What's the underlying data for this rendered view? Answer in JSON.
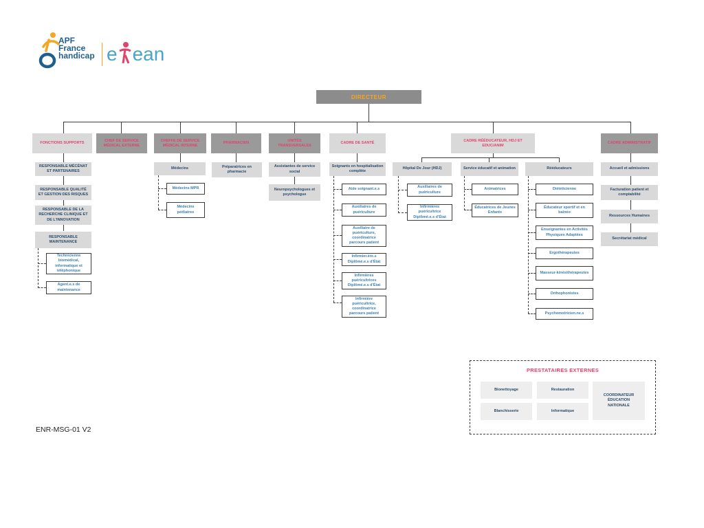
{
  "logo": {
    "apf_line1": "APF",
    "apf_line2": "France",
    "apf_line3": "handicap",
    "partner_prefix": "e",
    "partner_suffix": "ean",
    "brand_orange": "#f5a623",
    "brand_blue": "#1f5f8b",
    "partner_pink": "#e0436e",
    "partner_teal": "#4aa3c9"
  },
  "director": "DIRECTEUR",
  "columns": {
    "fonctions": "FONCTIONS SUPPORTS",
    "chef_ext": "CHEF DE SERVICE MÉDICAL EXTERNE",
    "cheffe_int": "CHEFFE DE SERVICE MÉDICAL INTERNE",
    "pharmacien": "PHARMACIEN",
    "unites": "UNITÉS TRANSVERSALES",
    "cadre_sante": "CADRE DE SANTÉ",
    "cadre_reeduc": "CADRE RÉÉDUCATEUR, HDJ ET EDUC/ANIM",
    "cadre_admin": "CADRE ADMINISTRATIF"
  },
  "fonctions_items": [
    "RESPONSABLE MÉCÉNAT ET PARTENAIRES",
    "RESPONSABLE QUALITÉ ET GESTION DES RISQUES",
    "RESPONSABLE DE LA RECHERCHE CLINIQUE ET DE L'INNOVATION",
    "RESPONSABLE MAINTENANCE"
  ],
  "maintenance_items": [
    "Technicienne biomédical, informatique et téléphonique",
    "Agent.e.s de maintenance"
  ],
  "medecins": "Médecins",
  "medecins_items": [
    "Médecins MPR",
    "Médecins pédiatres"
  ],
  "pharmacie": "Préparatrices en pharmacie",
  "unites_items": [
    "Assistantes de service social",
    "Neuropsychologues et psychologue"
  ],
  "soignants": "Soignants en hospitalisation complète",
  "soignants_items": [
    "Aide soignant.e.s",
    "Auxiliaires de puériculture",
    "Auxiliaire de puériculture, coordinatrice parcours patient",
    "Infirmier.ère.s Diplômé.e.s d'État",
    "Infirmières puéricultrices Diplômé.e.s d'État",
    "Infirmière puéricultrice, coordinatrice parcours patient"
  ],
  "hdj": "Hôpital De Jour (HDJ)",
  "hdj_items": [
    "Auxiliaires de puériculture",
    "Infirmières puéricultrice Diplômé.e.s d'État"
  ],
  "educatif": "Service éducatif et animation",
  "educatif_items": [
    "Animatrices",
    "Éducatrices de Jeunes Enfants"
  ],
  "reeducateurs": "Rééducateurs",
  "reeducateurs_items": [
    "Diététicienne",
    "Éducateur sportif et en balnéo",
    "Enseignantes en Activités Physiques Adaptées",
    "Ergothérapeutes",
    "Masseur-kinésithérapeutes",
    "Orthophonistes",
    "Psychomotricien.ne.s"
  ],
  "admin_items": [
    "Accueil et admissions",
    "Facturation patient et comptabilité",
    "Ressources Humaines",
    "Secrétariat médical"
  ],
  "prestataires": {
    "title": "PRESTATAIRES EXTERNES",
    "items": [
      "Bionettoyage",
      "Restauration",
      "Blanchisserie",
      "Informatique"
    ],
    "coordinateur": "COORDINATEUR ÉDUCATION NATIONALE"
  },
  "footer": "ENR-MSG-01 V2"
}
